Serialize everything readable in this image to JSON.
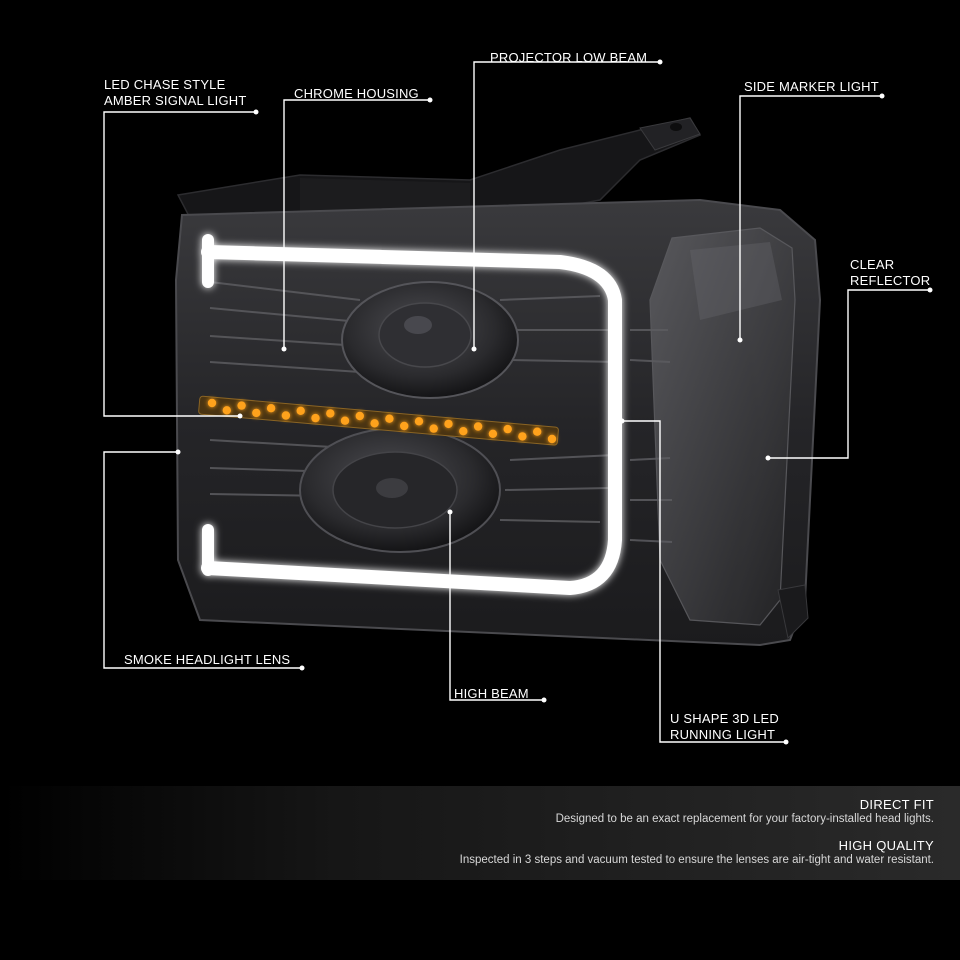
{
  "callouts": {
    "led_chase": [
      "LED CHASE STYLE",
      "AMBER SIGNAL LIGHT"
    ],
    "chrome_housing": "CHROME HOUSING",
    "projector_low_beam": "PROJECTOR LOW BEAM",
    "side_marker": "SIDE MARKER LIGHT",
    "clear_reflector": [
      "CLEAR",
      "REFLECTOR"
    ],
    "smoke_lens": "SMOKE HEADLIGHT LENS",
    "high_beam": "HIGH BEAM",
    "u_shape": [
      "U SHAPE 3D LED",
      "RUNNING LIGHT"
    ]
  },
  "info": {
    "direct_fit_title": "DIRECT FIT",
    "direct_fit_desc": "Designed to be an exact replacement for your factory-installed head lights.",
    "high_quality_title": "HIGH QUALITY",
    "high_quality_desc": "Inspected in 3 steps and vacuum tested to ensure the lenses are air-tight and water resistant."
  },
  "colors": {
    "background": "#000000",
    "amber_led": "#ffa21a",
    "drl_white": "#ffffff",
    "smoke_lens": "#2b2b2e",
    "callout_line": "#ffffff"
  }
}
